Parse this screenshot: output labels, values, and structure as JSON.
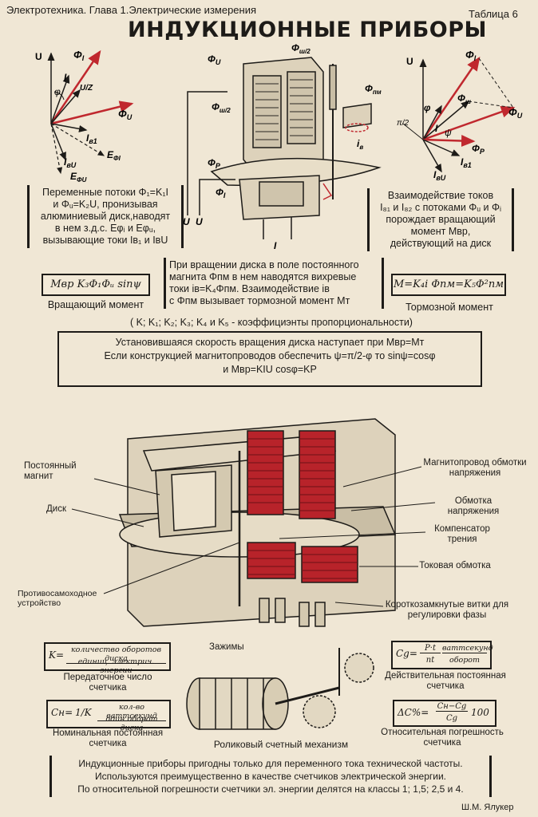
{
  "header": {
    "left": "Электротехника. Глава 1.Электрические измерения",
    "right": "Таблица 6",
    "title": "ИНДУКЦИОННЫЕ ПРИБОРЫ"
  },
  "diagram_left": {
    "U": "U",
    "Phi_I": "Φ",
    "Phi_I_sub": "I",
    "I": "I",
    "I_frac": "U/Z",
    "Phi_U": "Φ",
    "Phi_U_sub": "U",
    "I_b1": "I",
    "I_b1_sub": "в1",
    "E_phiI": "E",
    "E_phiI_sub": "ΦI",
    "I_bU": "I",
    "I_bU_sub": "вU",
    "E_phiU": "E",
    "E_phiU_sub": "ΦU",
    "phi": "φ"
  },
  "diagram_center": {
    "phi_u": "Φ",
    "phi_u_sub": "U",
    "phi_sh": "Φ",
    "phi_sh_sub": "ш/2",
    "phi_sh2": "Φ",
    "phi_sh2_sub": "ш/2",
    "phi_p": "Φ",
    "phi_p_sub": "P",
    "phi_i": "Φ",
    "phi_i_sub": "I",
    "phi_pm": "Φ",
    "phi_pm_sub": "пм",
    "i_b": "i",
    "i_b_sub": "в",
    "U": "U",
    "I": "I"
  },
  "diagram_right": {
    "U": "U",
    "Phi_I": "Φ",
    "Phi_I_sub": "I",
    "Phi_sh": "Φ",
    "Phi_sh_sub": "ш",
    "Phi_U": "Φ",
    "Phi_U_sub": "U",
    "pi2": "π/2",
    "phi": "φ",
    "psi": "ψ",
    "I": "I",
    "Phi_P": "Φ",
    "Phi_P_sub": "P",
    "I_b1": "I",
    "I_b1_sub": "в1",
    "I_bU": "I",
    "I_bU_sub": "вU"
  },
  "text_left": [
    "Переменные потоки Φ",
    "и Φ",
    "алюминиевый диск,наводят",
    "в нем з.д.с. E",
    "вызывающие токи I"
  ],
  "text_left_full": [
    "Переменные потоки Φ₁=K₁I",
    "и Φᵤ=K₂U, пронизывая",
    "алюминиевый диск,наводят",
    "в нем з.д.с. Eφᵢ и Eφᵤ,",
    "вызывающие токи Iв₁ и IвU"
  ],
  "text_right": [
    "Взаимодействие токов",
    "I₈₁ и I₈₂ с потоками Φᵤ и Φᵢ",
    "порождает вращающий",
    "момент  Mвр,",
    "действующий на диск"
  ],
  "text_center": [
    "При вращении диска в поле постоянного",
    "магнита  Φпм в нем наводятся вихревые",
    "токи  iв=K₄Φпм. Взаимодействие  iв",
    "с Φпм вызывает тормозной момент Mт"
  ],
  "formula_torque": "Mвр K₃Φ₁Φᵤ sinψ",
  "label_torque": "Вращающий момент",
  "formula_brake": "M=K₄i Φпм=K₅Φ²пм",
  "label_brake": "Тормозной момент",
  "coeffs": "( K; K₁; K₂; K₃; K₄ и K₅ - коэффициэнты пропорциональности)",
  "steady": [
    "Установившаяся скорость вращения диска наступает при  Mвр=Mт",
    "Если конструкцией магнитопроводов обеспечить  ψ=π/2-φ  то  sinψ=cosφ",
    "и Mвр=KIU cosφ=KP"
  ],
  "meter_labels": {
    "magnet": "Постоянный магнит",
    "disk": "Диск",
    "anti": "Противосамоходное устройство",
    "core": "Магнитопровод обмотки напряжения",
    "coil_u": "Обмотка напряжения",
    "friction": "Компенсатор трения",
    "coil_i": "Токовая обмотка",
    "shorted": "Короткозамкнутые витки для регулировки фазы",
    "terminals": "Зажимы"
  },
  "formulas_bottom": {
    "K_lhs": "K=",
    "K_num": "количество оборотов диска",
    "K_den": "единиц. электрич. энергии",
    "K_label": "Передаточное число счетчика",
    "Cn_lhs": "Cн=",
    "Cn_frac": "1/K",
    "Cn_num": "кол-во ваттсекунд",
    "Cn_den": "один оборот диска",
    "Cn_label": "Номинальная постоянная счетчика",
    "Cg_lhs": "Cg=",
    "Cg_num": "P·t",
    "Cg_den": "nt",
    "Cg_unit_num": "ваттсекунд",
    "Cg_unit_den": "оборот",
    "Cg_label": "Действительная постоянная счетчика",
    "dC_lhs": "ΔC%=",
    "dC_num": "Cн−Cg",
    "dC_den": "Cg",
    "dC_tail": "100",
    "dC_label": "Относительная погрешность счетчика",
    "roller": "Роликовый счетный механизм"
  },
  "footer": [
    "Индукционные приборы пригодны только для переменного тока технической частоты.",
    "Используются преимущественно в качестве счетчиков электрической энергии.",
    "По относительной погрешности счетчики эл. энергии делятся на классы 1; 1,5; 2,5 и 4."
  ],
  "author": "Ш.М. Ялукер",
  "colors": {
    "accent": "#b8232a",
    "ink": "#1d1b18",
    "paper": "#f0e7d5"
  }
}
